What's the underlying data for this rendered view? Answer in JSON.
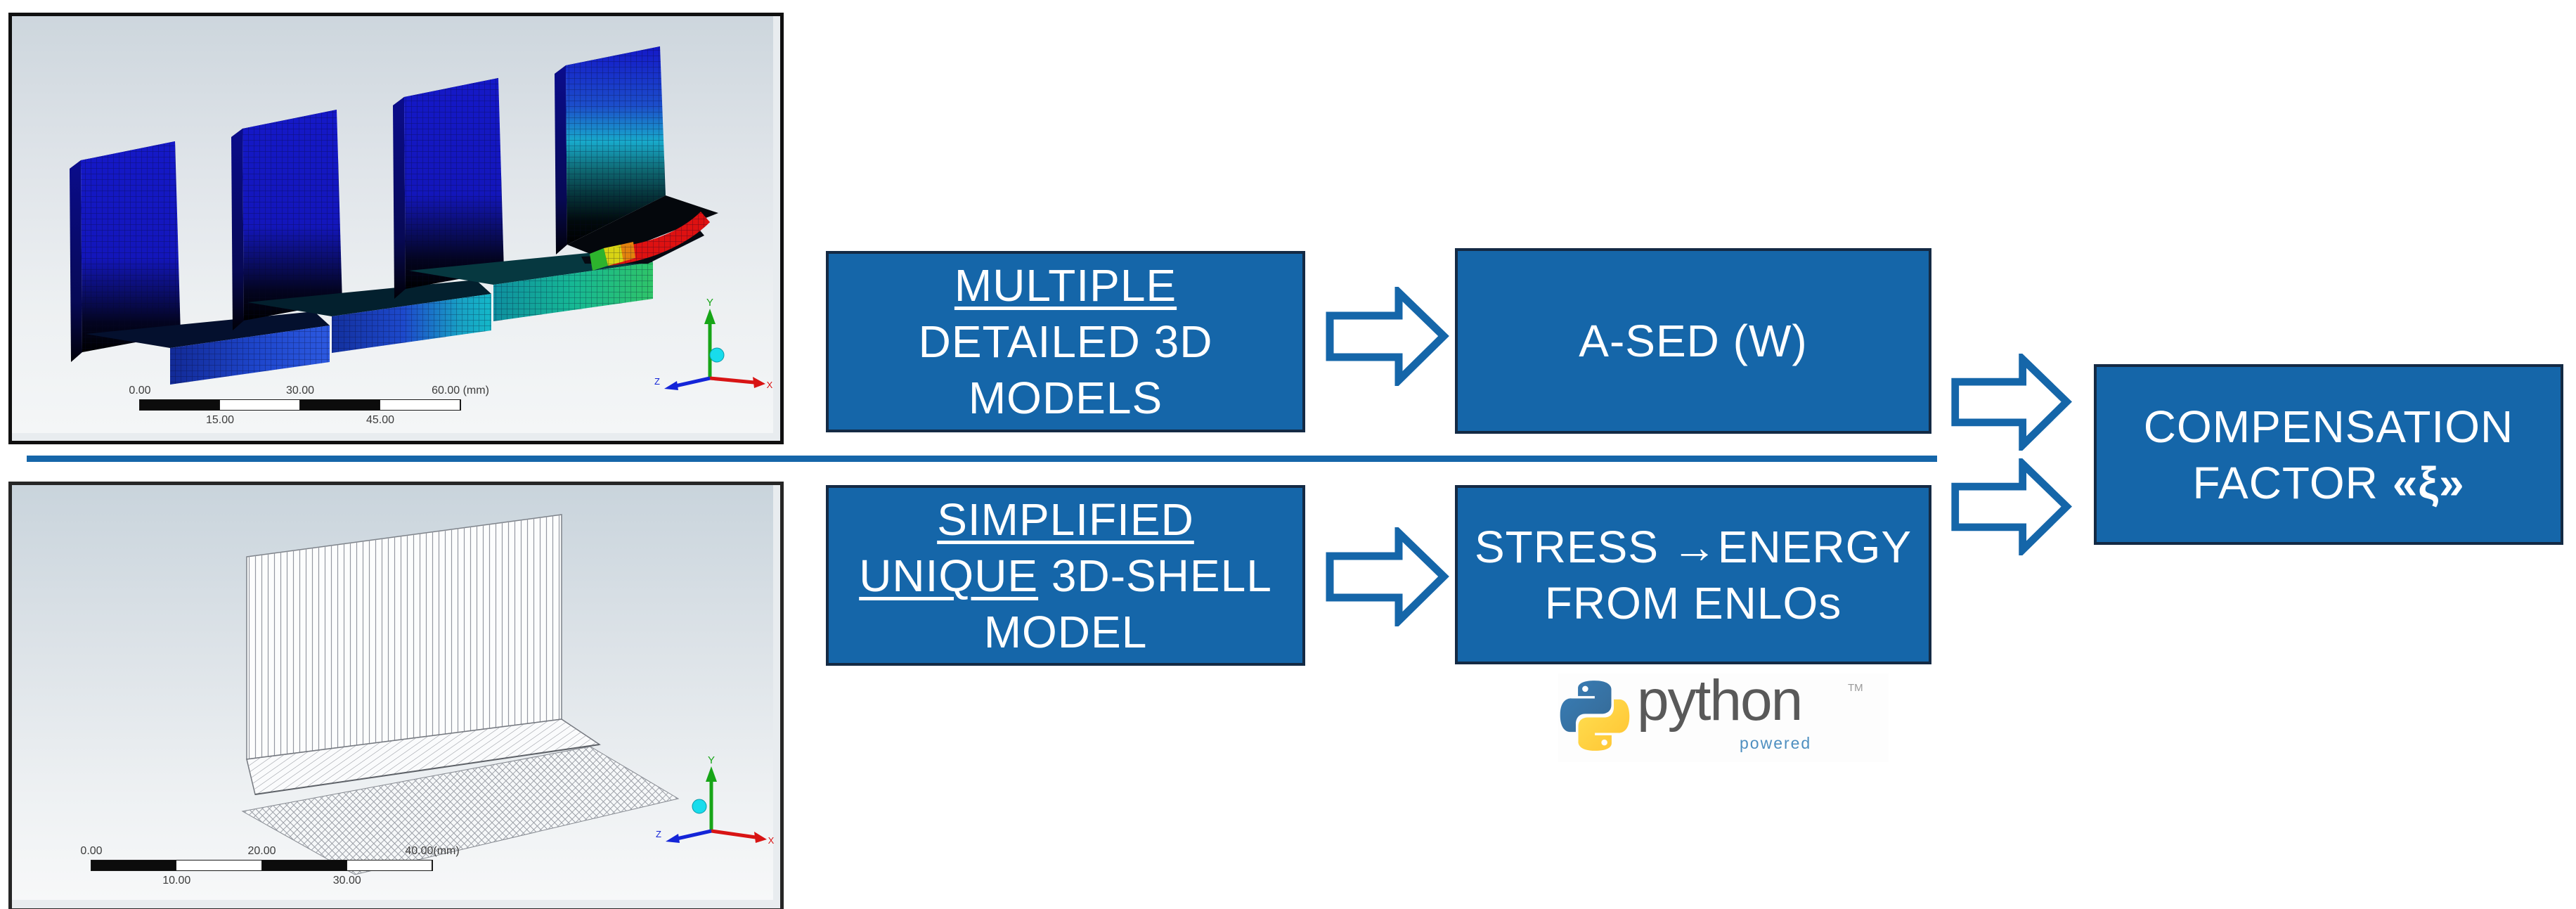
{
  "colors": {
    "accent_blue": "#1566a9",
    "box_border": "#142a44",
    "text_white": "#ffffff",
    "python_blue": "#366994",
    "python_yellow": "#ffc331"
  },
  "boxes": {
    "multiple": {
      "line1": "MULTIPLE",
      "line2": "DETAILED 3D",
      "line3": "MODELS"
    },
    "ased": {
      "label": "A-SED (W)"
    },
    "simplified": {
      "line1": "SIMPLIFIED",
      "line2_underlined": "UNIQUE",
      "line2_rest": " 3D-SHELL",
      "line3": "MODEL"
    },
    "stress": {
      "line1": "STRESS →ENERGY",
      "line2": "FROM ENLOs"
    },
    "compensation": {
      "line1": "COMPENSATION",
      "line2_label": "FACTOR",
      "line2_symbol": "«ξ»"
    }
  },
  "fea_image": {
    "scale_bar": {
      "top_labels": [
        "0.00",
        "30.00",
        "60.00 (mm)"
      ],
      "bottom_labels": [
        "15.00",
        "45.00"
      ]
    },
    "triad": {
      "x_label": "X",
      "y_label": "Y",
      "z_label": "Z"
    }
  },
  "wire_image": {
    "scale_bar": {
      "top_labels": [
        "0.00",
        "20.00",
        "40.00(mm)"
      ],
      "bottom_labels": [
        "10.00",
        "30.00"
      ]
    },
    "triad": {
      "x_label": "X",
      "y_label": "Y",
      "z_label": "Z"
    }
  },
  "python": {
    "wordmark": "python",
    "powered": "powered",
    "tm": "TM"
  }
}
